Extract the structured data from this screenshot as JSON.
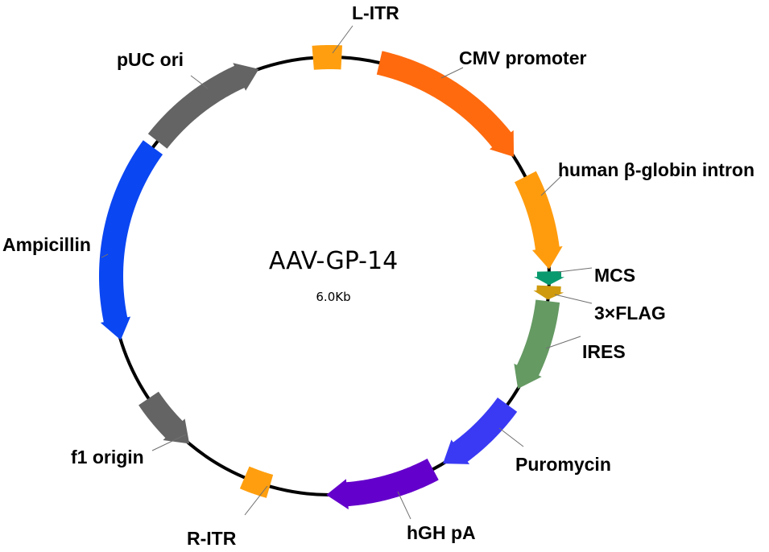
{
  "plasmid": {
    "name": "AAV-GP-14",
    "size": "6.0Kb"
  },
  "features": [
    {
      "id": "l-itr",
      "label": "L-ITR",
      "color": "#FF9F0F",
      "shape": "box",
      "start": 355.5,
      "end": 3.0
    },
    {
      "id": "cmv-promoter",
      "label": "CMV promoter",
      "color": "#FF6A0E",
      "shape": "arrow",
      "dir": "cw",
      "start": 13.0,
      "end": 57.0
    },
    {
      "id": "human-beta-globin-intron",
      "label": "human β-globin intron",
      "color": "#FF9C0E",
      "shape": "arrow",
      "dir": "cw",
      "start": 63.0,
      "end": 88.2
    },
    {
      "id": "mcs",
      "label": "MCS",
      "color": "#089A6E",
      "shape": "arrow",
      "dir": "cw",
      "start": 88.8,
      "end": 92.4
    },
    {
      "id": "3xflag",
      "label": "3×FLAG",
      "color": "#CF9A0E",
      "shape": "arrow",
      "dir": "cw",
      "start": 92.6,
      "end": 96.2
    },
    {
      "id": "ires",
      "label": "IRES",
      "color": "#659A63",
      "shape": "arrow",
      "dir": "cw",
      "start": 96.6,
      "end": 121.0
    },
    {
      "id": "puromycin",
      "label": "Puromycin",
      "color": "#3A3AF4",
      "shape": "arrow",
      "dir": "cw",
      "start": 126.0,
      "end": 149.0
    },
    {
      "id": "hgh-pa",
      "label": "hGH pA",
      "color": "#6400CB",
      "shape": "arrow",
      "dir": "cw",
      "start": 152.0,
      "end": 181.0
    },
    {
      "id": "r-itr",
      "label": "R-ITR",
      "color": "#FF9F0F",
      "shape": "box",
      "start": 196.0,
      "end": 203.0
    },
    {
      "id": "f1-origin",
      "label": "f1 origin",
      "color": "#646464",
      "shape": "arrow",
      "dir": "ccw",
      "start": 220.0,
      "end": 236.0
    },
    {
      "id": "ampicillin",
      "label": "Ampicillin",
      "color": "#0A46F2",
      "shape": "arrow",
      "dir": "ccw",
      "start": 253.0,
      "end": 306.0
    },
    {
      "id": "puc-ori",
      "label": "pUC ori",
      "color": "#646464",
      "shape": "arrow",
      "dir": "cw",
      "start": 308.0,
      "end": 341.0
    }
  ]
}
